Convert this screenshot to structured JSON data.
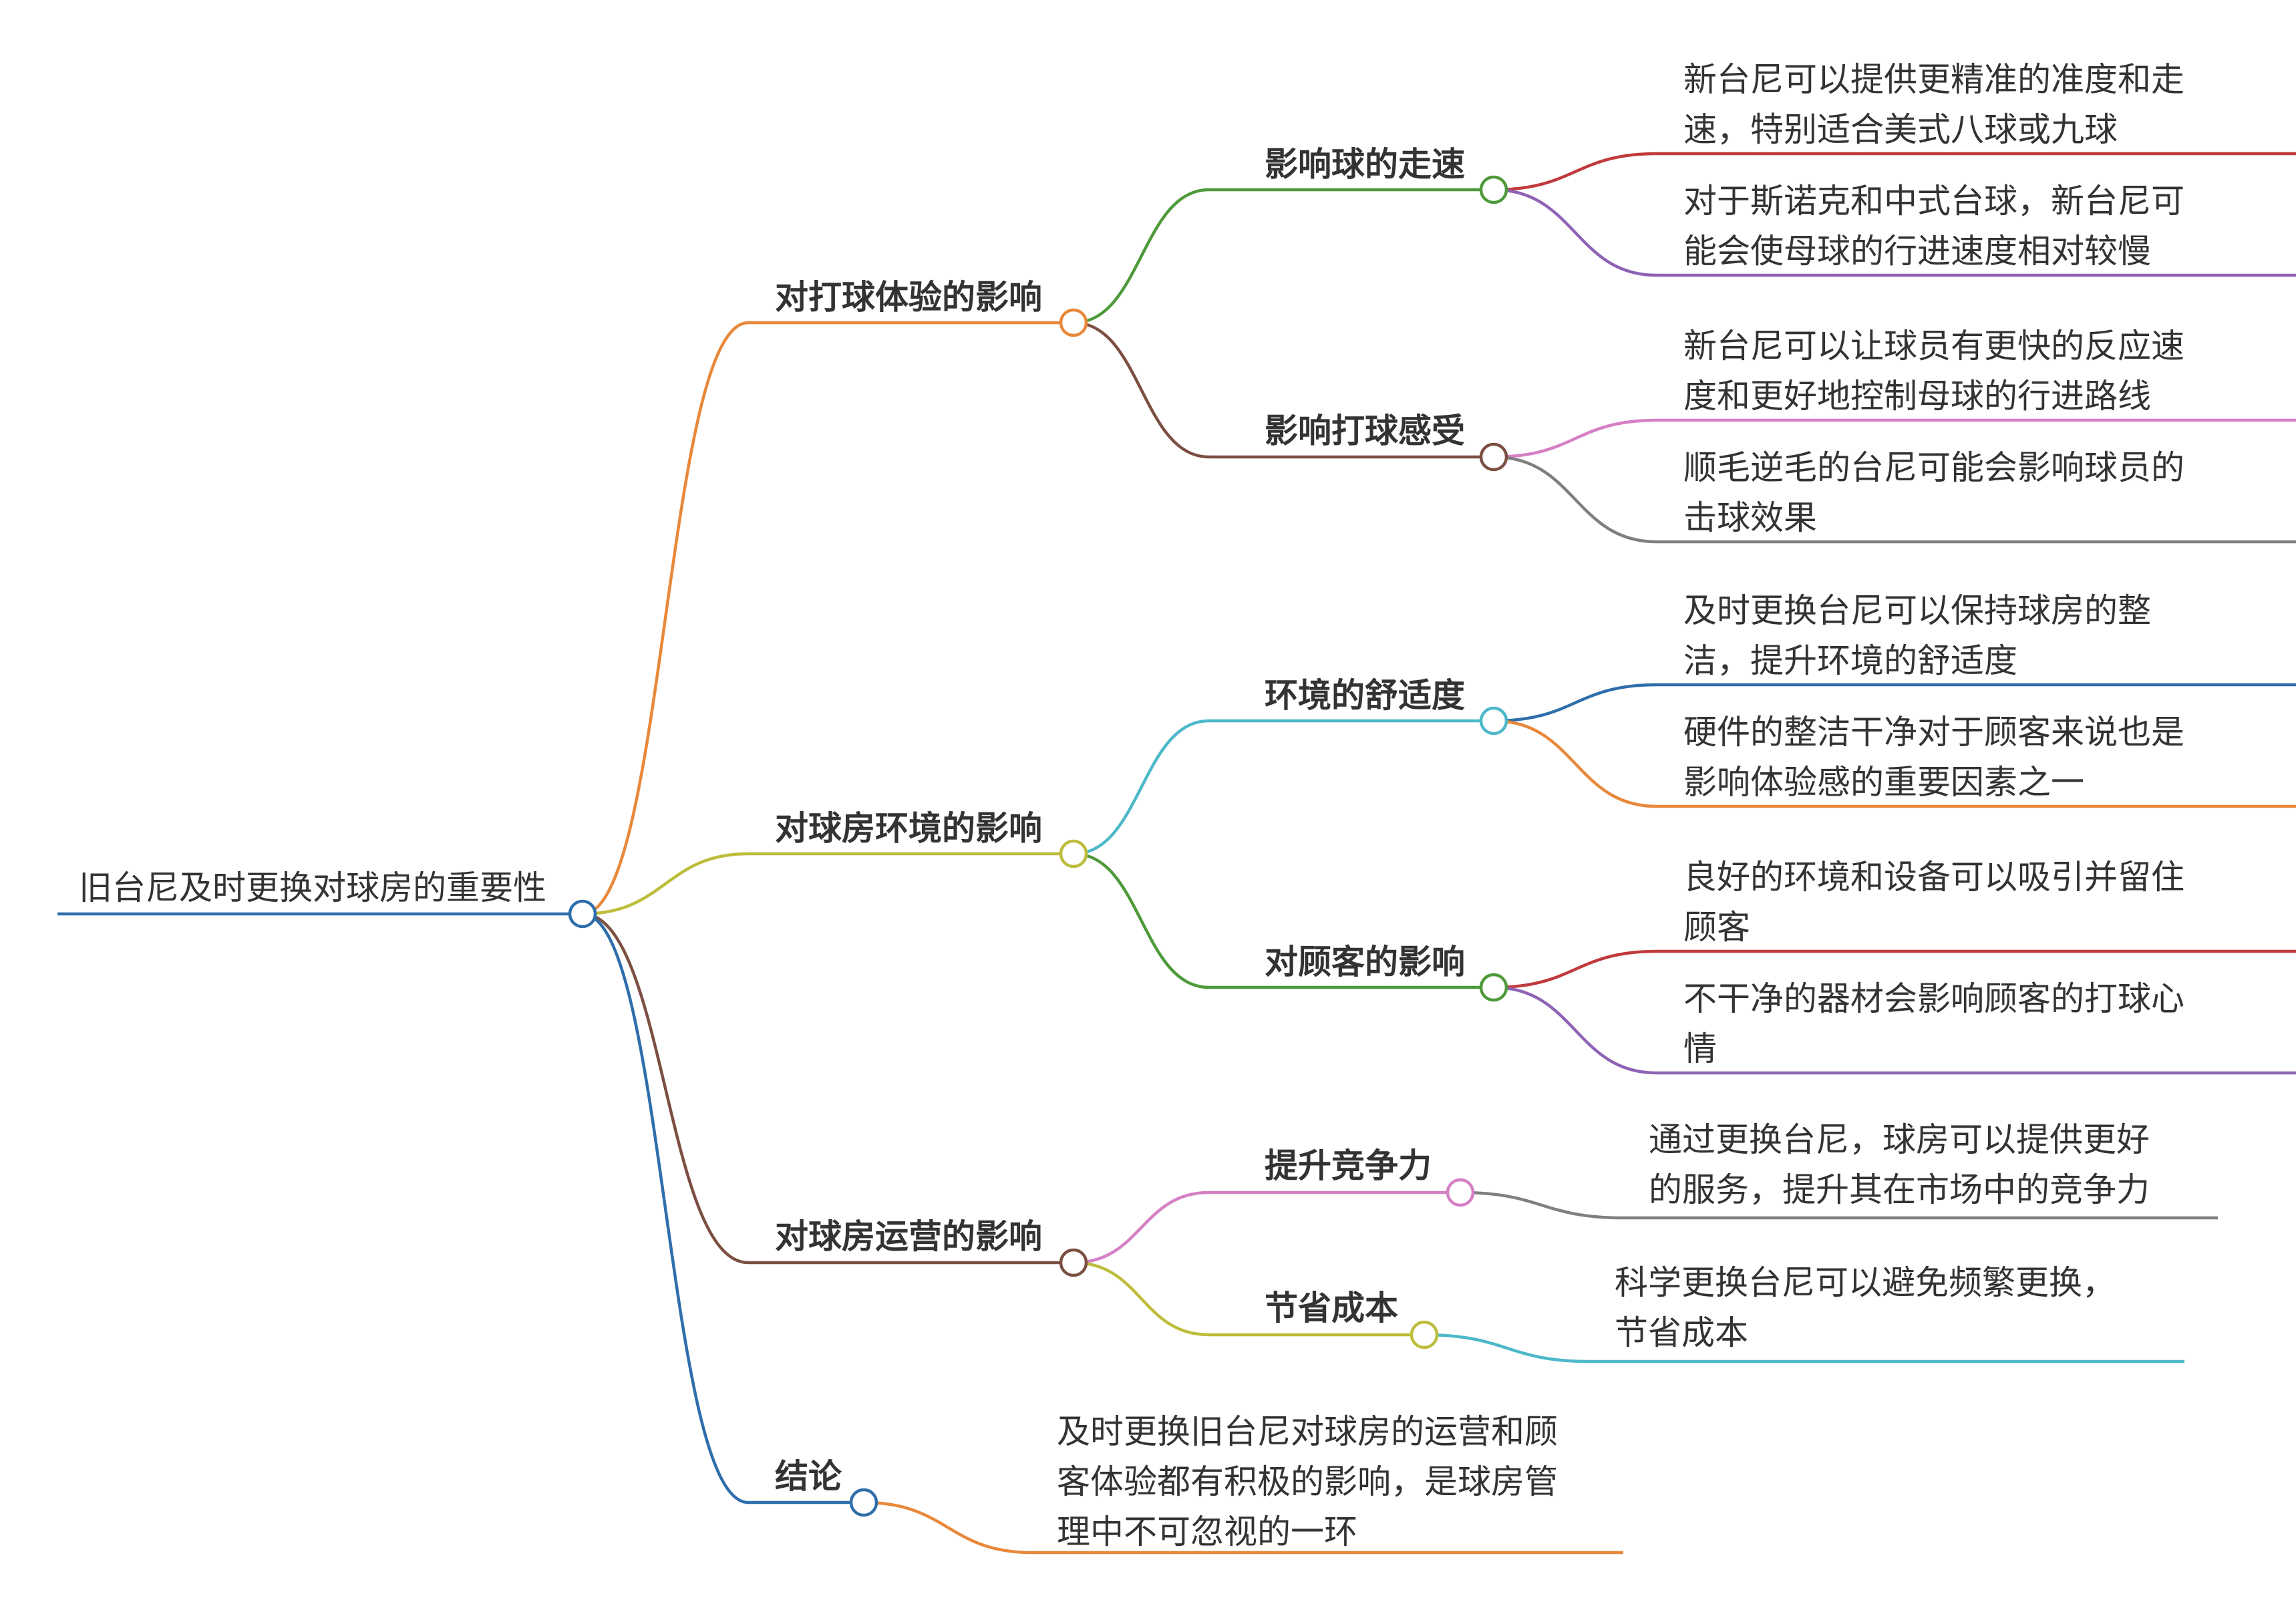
{
  "root": {
    "label": "旧台尼及时更换对球房的重要性",
    "color": "#2f6eab"
  },
  "branches": [
    {
      "label": "对打球体验的影响",
      "color": "#e8883a",
      "children": [
        {
          "label": "影响球的走速",
          "color": "#4e9a3a",
          "leaves": [
            {
              "lines": [
                "新台尼可以提供更精准的准度和走",
                "速，特别适合美式八球或九球"
              ],
              "color": "#c0393b"
            },
            {
              "lines": [
                "对于斯诺克和中式台球，新台尼可",
                "能会使母球的行进速度相对较慢"
              ],
              "color": "#8e63b5"
            }
          ]
        },
        {
          "label": "影响打球感受",
          "color": "#7b4f42",
          "leaves": [
            {
              "lines": [
                "新台尼可以让球员有更快的反应速",
                "度和更好地控制母球的行进路线"
              ],
              "color": "#d57fc4"
            },
            {
              "lines": [
                "顺毛逆毛的台尼可能会影响球员的",
                "击球效果"
              ],
              "color": "#7f7f7f"
            }
          ]
        }
      ]
    },
    {
      "label": "对球房环境的影响",
      "color": "#bdbd3c",
      "children": [
        {
          "label": "环境的舒适度",
          "color": "#4db8c9",
          "leaves": [
            {
              "lines": [
                "及时更换台尼可以保持球房的整",
                "洁，提升环境的舒适度"
              ],
              "color": "#2f6eab"
            },
            {
              "lines": [
                "硬件的整洁干净对于顾客来说也是",
                "影响体验感的重要因素之一"
              ],
              "color": "#e8883a"
            }
          ]
        },
        {
          "label": "对顾客的影响",
          "color": "#4e9a3a",
          "leaves": [
            {
              "lines": [
                "良好的环境和设备可以吸引并留住",
                "顾客"
              ],
              "color": "#c0393b"
            },
            {
              "lines": [
                "不干净的器材会影响顾客的打球心",
                "情"
              ],
              "color": "#8e63b5"
            }
          ]
        }
      ]
    },
    {
      "label": "对球房运营的影响",
      "color": "#7b4f42",
      "children": [
        {
          "label": "提升竞争力",
          "color": "#d57fc4",
          "leaves": [
            {
              "lines": [
                "通过更换台尼，球房可以提供更好",
                "的服务，提升其在市场中的竞争力"
              ],
              "color": "#7f7f7f"
            }
          ]
        },
        {
          "label": "节省成本",
          "color": "#bdbd3c",
          "leaves": [
            {
              "lines": [
                "科学更换台尼可以避免频繁更换，",
                "节省成本"
              ],
              "color": "#4db8c9"
            }
          ]
        }
      ]
    },
    {
      "label": "结论",
      "color": "#2f6eab",
      "children": [],
      "leaves": [
        {
          "lines": [
            "及时更换旧台尼对球房的运营和顾",
            "客体验都有积极的影响，是球房管",
            "理中不可忽视的一环"
          ],
          "color": "#e8883a"
        }
      ]
    }
  ]
}
